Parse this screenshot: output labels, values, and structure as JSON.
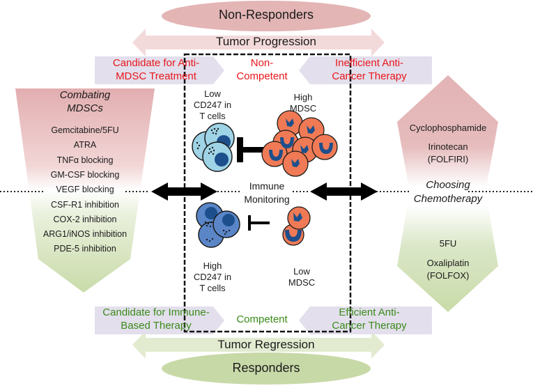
{
  "top": {
    "group_label": "Non-Responders",
    "arrow_label": "Tumor Progression",
    "left_tag": [
      "Candidate for Anti-",
      "MDSC Treatment"
    ],
    "center_tag": [
      "Non-",
      "Competent"
    ],
    "right_tag": [
      "Inefficient Anti-",
      "Cancer Therapy"
    ]
  },
  "bottom": {
    "group_label": "Responders",
    "arrow_label": "Tumor Regression",
    "left_tag": [
      "Candidate for Immune-",
      "Based Therapy"
    ],
    "center_tag": "Competent",
    "right_tag": [
      "Efficient Anti-",
      "Cancer Therapy"
    ]
  },
  "center": {
    "upper_tcell_label": [
      "Low",
      "CD247 in",
      "T cells"
    ],
    "upper_mdsc_label": [
      "High",
      "MDSC"
    ],
    "middle_label": [
      "Immune",
      "Monitoring"
    ],
    "lower_tcell_label": [
      "High",
      "CD247 in",
      "T cells"
    ],
    "lower_mdsc_label": [
      "Low",
      "MDSC"
    ]
  },
  "left_panel": {
    "title": [
      "Combating",
      "MDSCs"
    ],
    "items": [
      "Gemcitabine/5FU",
      "ATRA",
      "TNFα blocking",
      "GM-CSF blocking",
      "VEGF blocking",
      "CSF-R1 inhibition",
      "COX-2 inhibition",
      "ARG1/iNOS inhibition",
      "PDE-5 inhibition"
    ]
  },
  "right_panel": {
    "upper_items": [
      "Cyclophosphamide",
      "Irinotecan",
      "(FOLFIRI)"
    ],
    "title": [
      "Choosing",
      "Chemotherapy"
    ],
    "lower_items": [
      "5FU",
      "Oxaliplatin",
      "(FOLFOX)"
    ]
  },
  "colors": {
    "red_fill": "#e4b5b5",
    "red_light": "#f3dada",
    "green_fill": "#c8d9a8",
    "green_light": "#e2ebd0",
    "tag_fill": "#e3dfec",
    "red_text": "#e8161b",
    "green_text": "#3a8a1a",
    "tcell_light": "#9fd3e6",
    "tcell_dark": "#5a86c8",
    "nucleus": "#1d4f8c",
    "mdsc": "#f07a55"
  }
}
